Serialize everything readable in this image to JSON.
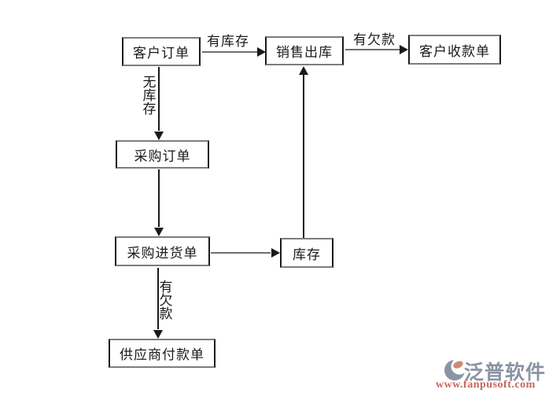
{
  "diagram": {
    "nodes": {
      "customer_order": "客户订单",
      "sales_outbound": "销售出库",
      "customer_receipt": "客户收款单",
      "purchase_order": "采购订单",
      "purchase_inbound": "采购进货单",
      "inventory": "库存",
      "supplier_payment": "供应商付款单"
    },
    "edge_labels": {
      "has_stock": "有库存",
      "has_debt_sales": "有欠款",
      "no_stock": "无库存",
      "has_debt_purchase": "有欠款"
    }
  },
  "branding": {
    "logo_text": "泛普软件",
    "website": "www.fanpusoft.com"
  },
  "colors": {
    "background": "#ffffff",
    "box_border_vertical": "#1a1a1a",
    "box_border_horizontal": "#7d7d7d",
    "arrow": "#1a1a1a",
    "text": "#1a1a1a",
    "logo_text": "#8a93a4",
    "logo_accent": "#d08a72",
    "website": "#c9655c"
  }
}
